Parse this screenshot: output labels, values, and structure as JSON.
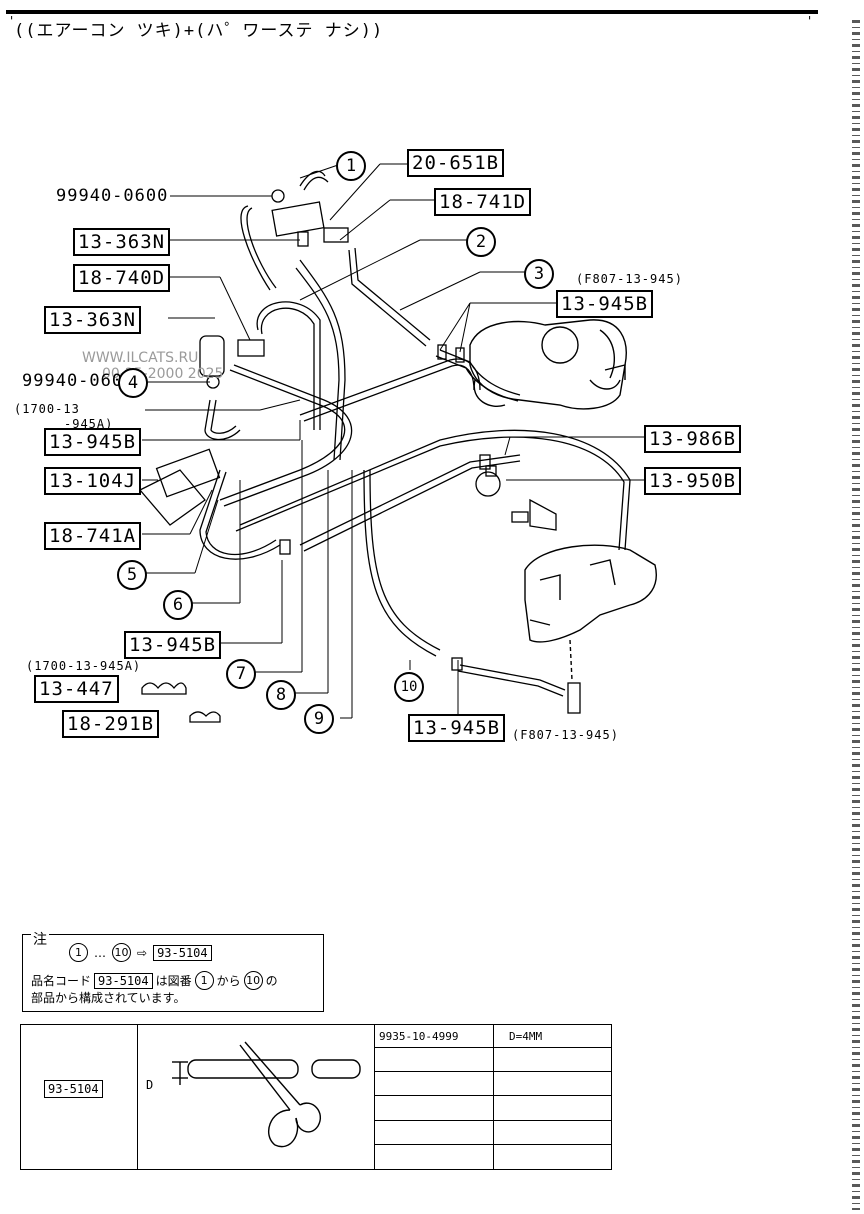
{
  "header": {
    "title": "((エアーコン ツキ)+(ハ゜ワーステ ナシ))",
    "tick_left": "'",
    "tick_right": "'"
  },
  "watermark": {
    "line1": "WWW.ILCATS.RU",
    "line2": "00-25-2000 2025"
  },
  "labels": {
    "p20_651B": "20-651B",
    "p18_741D": "18-741D",
    "bolt_top": "99940-0600",
    "p13_363N_a": "13-363N",
    "p18_740D": "18-740D",
    "p13_363N_b": "13-363N",
    "bolt_mid": "99940-0600",
    "ref_1700_a": "(1700-13",
    "ref_1700_b": "-945A)",
    "p13_945B_a": "13-945B",
    "p13_104J": "13-104J",
    "p18_741A": "18-741A",
    "ref_f807_top": "(F807-13-945)",
    "p13_945B_top": "13-945B",
    "p13_986B": "13-986B",
    "p13_950B": "13-950B",
    "p13_945B_b": "13-945B",
    "ref_1700_c": "(1700-13-945A)",
    "p13_447": "13-447",
    "p18_291B": "18-291B",
    "p13_945B_c": "13-945B",
    "ref_f807_bottom": "(F807-13-945)"
  },
  "callouts": [
    "1",
    "2",
    "3",
    "4",
    "5",
    "6",
    "7",
    "8",
    "9",
    "10"
  ],
  "note": {
    "mark": "注",
    "from": "1",
    "dots": "…",
    "to": "10",
    "arrow": "⇨",
    "code": "93-5104",
    "text_a": "品名コード",
    "text_b": "は図番",
    "text_c": "から",
    "text_d": "の",
    "text_e": "部品から構成されています。"
  },
  "spec": {
    "code": "93-5104",
    "part_no": "9935-10-4999",
    "size": "D=4MM",
    "dim_label": "D"
  }
}
